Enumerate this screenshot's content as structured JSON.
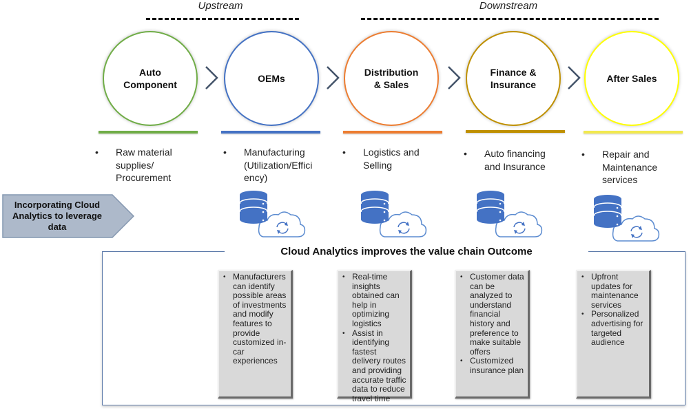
{
  "streams": {
    "upstream": "Upstream",
    "downstream": "Downstream"
  },
  "stages": [
    {
      "title": "Auto\nComponent",
      "color": "#70ad47",
      "underline": "#70ad47",
      "description": "Raw material\nsupplies/\nProcurement"
    },
    {
      "title": "OEMs",
      "color": "#4472c4",
      "underline": "#4472c4",
      "description": "Manufacturing\n(Utilization/Effici\nency)"
    },
    {
      "title": "Distribution\n&  Sales",
      "color": "#ed7d31",
      "underline": "#ed7d31",
      "description": "Logistics and\nSelling"
    },
    {
      "title": "Finance &\nInsurance",
      "color": "#bf9000",
      "underline": "#bf9000",
      "description": "Auto financing\nand Insurance"
    },
    {
      "title": "After Sales",
      "color": "#ffff00",
      "underline": "#f2e94e",
      "description": "Repair and\nMaintenance\nservices"
    }
  ],
  "side_label": "Incorporating Cloud Analytics to leverage data",
  "icons": [
    "database-cloud-sync-icon",
    "database-cloud-sync-icon",
    "database-cloud-sync-icon",
    "database-cloud-sync-icon"
  ],
  "outcome": {
    "title": "Cloud Analytics improves the value chain Outcome",
    "cards": [
      {
        "bullets": [
          "Manufacturers can identify possible areas of investments and modify features to provide customized in-car experiences"
        ]
      },
      {
        "bullets": [
          "Real-time insights obtained can help in optimizing logistics",
          "Assist in identifying fastest delivery routes and providing accurate traffic data to reduce travel time"
        ]
      },
      {
        "bullets": [
          "Customer data can be analyzed to understand financial history and preference to make suitable offers",
          "Customized insurance plan"
        ]
      },
      {
        "bullets": [
          "Upfront updates for maintenance services",
          "Personalized advertising for targeted audience"
        ]
      }
    ]
  },
  "colors": {
    "chevron": "#44546a",
    "arrow_fill": "#adb9ca",
    "arrow_stroke": "#8497b0",
    "db_blue": "#4472c4",
    "cloud_stroke": "#5b8bd0",
    "box_border": "#5a78a8"
  }
}
